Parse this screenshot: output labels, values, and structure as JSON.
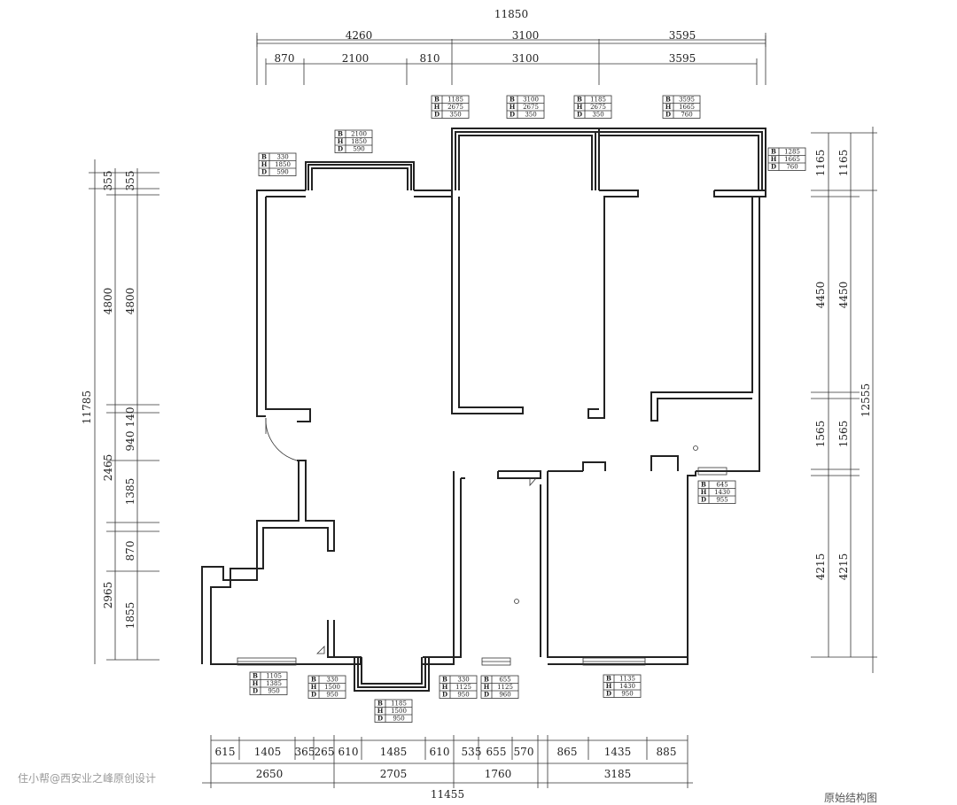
{
  "top_dims": {
    "total": "11850",
    "row2": [
      "4260",
      "3100",
      "3595"
    ],
    "row3": [
      "870",
      "2100",
      "810",
      "3100",
      "3595"
    ]
  },
  "bottom_dims": {
    "row1": [
      "615",
      "1405",
      "365",
      "265",
      "610",
      "1485",
      "610",
      "535",
      "655",
      "570",
      "865",
      "1435",
      "885"
    ],
    "row2": [
      "2650",
      "2705",
      "1760",
      "3185"
    ],
    "total": "11455"
  },
  "left_dims": {
    "outer_total": "11785",
    "outer_segments": [
      "355",
      "4800",
      "2465",
      "2965"
    ],
    "inner_segments": [
      "355",
      "4800",
      "140",
      "940",
      "1385",
      "870",
      "1855"
    ]
  },
  "right_dims": {
    "outer_total": "12555",
    "outer_segments": [
      "1165",
      "4450",
      "1565",
      "4215"
    ],
    "inner_segments": [
      "1165",
      "4450",
      "1565",
      "4215"
    ]
  },
  "windows": [
    {
      "id": "w-top-left",
      "B": "330",
      "H": "1850",
      "D": "590"
    },
    {
      "id": "w-top-bay",
      "B": "2100",
      "H": "1850",
      "D": "590"
    },
    {
      "id": "w-top-1",
      "B": "1185",
      "H": "2675",
      "D": "350"
    },
    {
      "id": "w-top-2",
      "B": "3100",
      "H": "2675",
      "D": "350"
    },
    {
      "id": "w-top-3",
      "B": "1185",
      "H": "2675",
      "D": "350"
    },
    {
      "id": "w-top-4",
      "B": "3595",
      "H": "1665",
      "D": "760"
    },
    {
      "id": "w-top-right",
      "B": "1285",
      "H": "1665",
      "D": "760"
    },
    {
      "id": "w-right-mid",
      "B": "645",
      "H": "1430",
      "D": "955"
    },
    {
      "id": "w-bot-1",
      "B": "1105",
      "H": "1385",
      "D": "950"
    },
    {
      "id": "w-bot-2",
      "B": "330",
      "H": "1500",
      "D": "950"
    },
    {
      "id": "w-bot-3",
      "B": "1185",
      "H": "1500",
      "D": "950"
    },
    {
      "id": "w-bot-4",
      "B": "330",
      "H": "1125",
      "D": "950"
    },
    {
      "id": "w-bot-5",
      "B": "655",
      "H": "1125",
      "D": "960"
    },
    {
      "id": "w-bot-6",
      "B": "1135",
      "H": "1430",
      "D": "950"
    }
  ],
  "row_labels": [
    "B",
    "H",
    "D"
  ],
  "watermark": "住小帮@西安业之峰原创设计",
  "corner_label": "原始结构图"
}
